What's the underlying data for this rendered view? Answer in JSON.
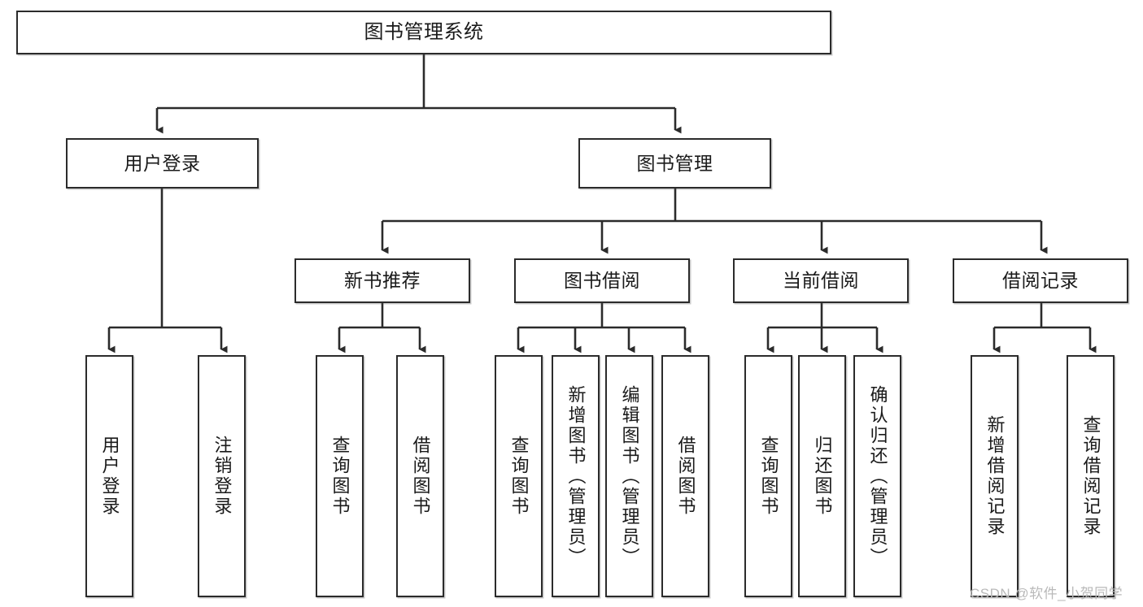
{
  "diagram": {
    "type": "hierarchy-tree",
    "root": {
      "label": "图书管理系统"
    },
    "level2": [
      {
        "label": "用户登录"
      },
      {
        "label": "图书管理"
      }
    ],
    "level3": [
      {
        "label": "新书推荐"
      },
      {
        "label": "图书借阅"
      },
      {
        "label": "当前借阅"
      },
      {
        "label": "借阅记录"
      }
    ],
    "leaves": {
      "user_login": [
        {
          "label": "用户登录"
        },
        {
          "label": "注销登录"
        }
      ],
      "new_book_recommend": [
        {
          "label": "查询图书"
        },
        {
          "label": "借阅图书"
        }
      ],
      "book_borrow": [
        {
          "label": "查询图书"
        },
        {
          "label": "新增图书（管理员）"
        },
        {
          "label": "编辑图书（管理员）"
        },
        {
          "label": "借阅图书"
        }
      ],
      "current_borrow": [
        {
          "label": "查询图书"
        },
        {
          "label": "归还图书"
        },
        {
          "label": "确认归还（管理员）"
        }
      ],
      "borrow_record": [
        {
          "label": "新增借阅记录"
        },
        {
          "label": "查询借阅记录"
        }
      ]
    }
  },
  "watermark": {
    "text": "CSDN @软件_小贺同学"
  },
  "colors": {
    "stroke": "#2b2b2b",
    "background": "#ffffff",
    "text": "#1a1a1a",
    "watermark": "#b9b9b9"
  }
}
